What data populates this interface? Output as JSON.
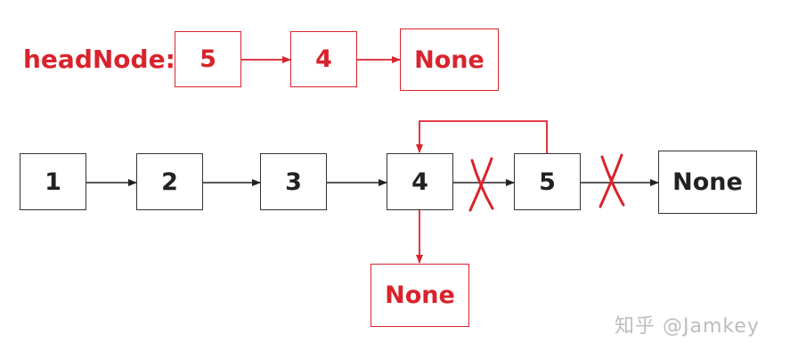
{
  "head_list": {
    "label": "headNode:",
    "nodes": [
      "5",
      "4",
      "None"
    ]
  },
  "main_list": {
    "nodes": [
      "1",
      "2",
      "3",
      "4",
      "5",
      "None"
    ]
  },
  "detached": {
    "node": "None"
  },
  "watermark": "知乎 @Jamkey",
  "colors": {
    "accent_red": "#d9232d",
    "node_black": "#222222"
  }
}
